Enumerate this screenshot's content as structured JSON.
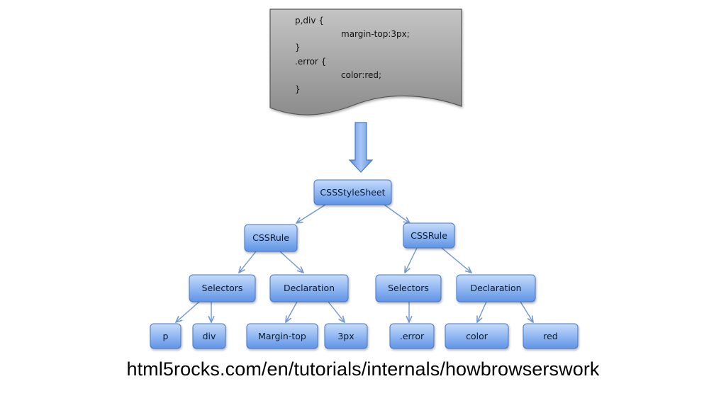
{
  "document": {
    "code_lines": [
      "p,div {",
      "margin-top:3px;",
      "}",
      ".error {",
      "color:red;",
      "}"
    ]
  },
  "tree": {
    "root": "CSSStyleSheet",
    "rule_1": "CSSRule",
    "rule_2": "CSSRule",
    "rule_1_selectors": "Selectors",
    "rule_1_declaration": "Declaration",
    "rule_2_selectors": "Selectors",
    "rule_2_declaration": "Declaration",
    "leaf_p": "p",
    "leaf_div": "div",
    "leaf_margin_top": "Margin-top",
    "leaf_3px": "3px",
    "leaf_error": ".error",
    "leaf_color": "color",
    "leaf_red": "red"
  },
  "caption": "html5rocks.com/en/tutorials/internals/howbrowserswork",
  "colors": {
    "node_fill_top": "#b9d3f7",
    "node_fill_bottom": "#5f94e6",
    "node_stroke": "#4a78c2",
    "edge": "#6f97d6",
    "arrow_fill": "#7aa4e8",
    "document_fill": "#9a9a9a",
    "document_stroke": "#555555"
  }
}
